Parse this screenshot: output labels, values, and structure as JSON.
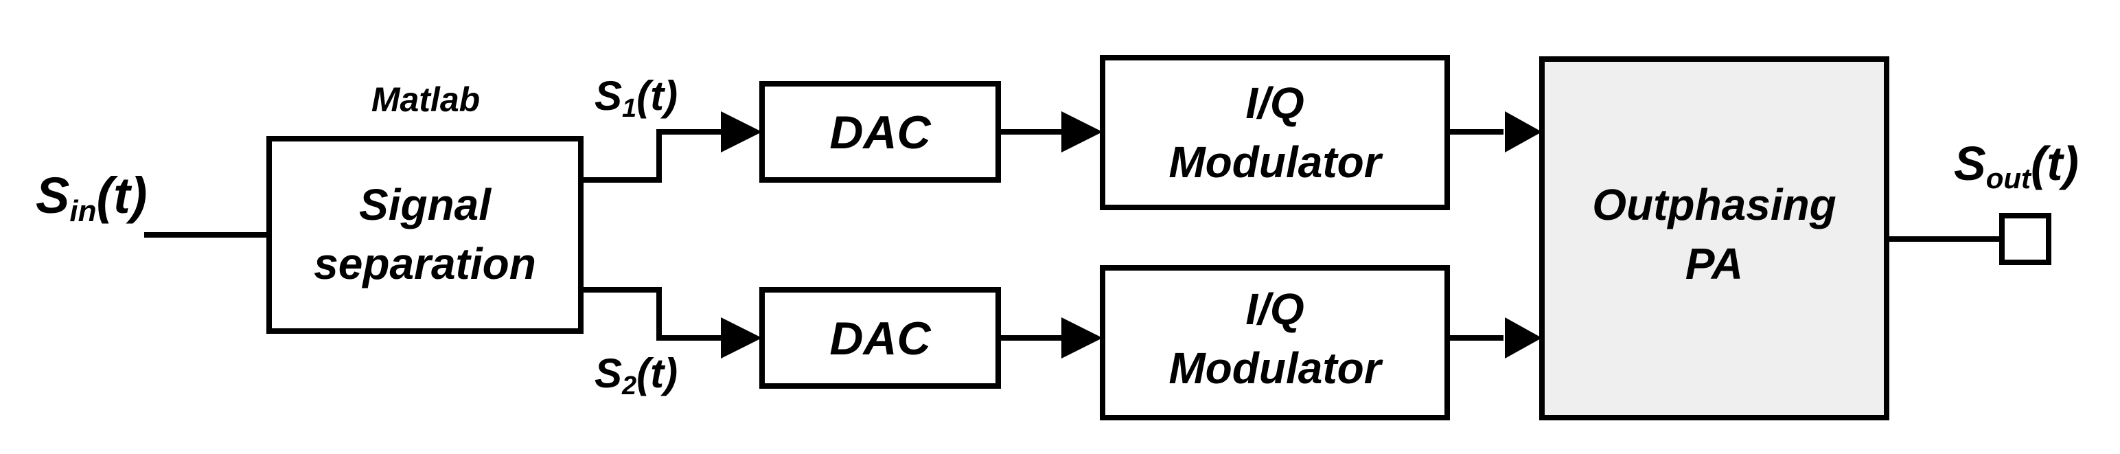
{
  "diagram": {
    "input_signal": {
      "main": "S",
      "sub": "in",
      "tail": "(t)"
    },
    "output_signal": {
      "main": "S",
      "sub": "out",
      "tail": "(t)"
    },
    "matlab_label": "Matlab",
    "signal_separation": {
      "line1": "Signal",
      "line2": "separation"
    },
    "s1_label": {
      "main": "S",
      "sub": "1",
      "tail": "(t)"
    },
    "s2_label": {
      "main": "S",
      "sub": "2",
      "tail": "(t)"
    },
    "dac_top": "DAC",
    "dac_bottom": "DAC",
    "iq_top": {
      "line1": "I/Q",
      "line2": "Modulator"
    },
    "iq_bottom": {
      "line1": "I/Q",
      "line2": "Modulator"
    },
    "outphasing_pa": {
      "line1": "Outphasing",
      "line2": "PA"
    },
    "colors": {
      "line": "#000000",
      "pa_fill": "#efefef",
      "box_fill": "#ffffff"
    }
  }
}
